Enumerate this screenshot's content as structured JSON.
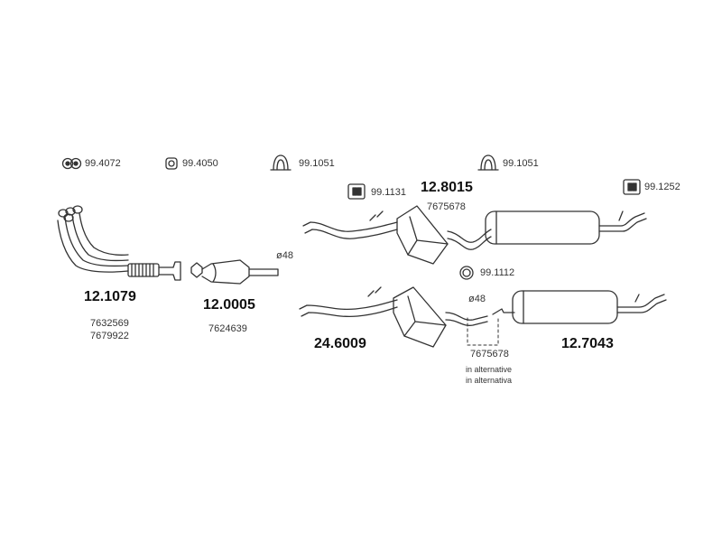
{
  "accessories": [
    {
      "code": "99.4072",
      "icon": "double-ring-gasket-icon"
    },
    {
      "code": "99.4050",
      "icon": "square-gasket-icon"
    },
    {
      "code": "99.1051",
      "icon": "u-clamp-icon"
    },
    {
      "code": "99.1051",
      "icon": "u-clamp-icon"
    },
    {
      "code": "99.1131",
      "icon": "rubber-mount-icon"
    },
    {
      "code": "99.1252",
      "icon": "rubber-mount-icon"
    },
    {
      "code": "99.1112",
      "icon": "ring-gasket-icon"
    }
  ],
  "parts": [
    {
      "number": "12.1079",
      "oem": [
        "7632569",
        "7679922"
      ],
      "component": "front-pipe"
    },
    {
      "number": "12.0005",
      "oem": [
        "7624639"
      ],
      "component": "catalytic-converter",
      "diameter": "ø48"
    },
    {
      "number": "12.8015",
      "oem": [
        "7675678"
      ],
      "component": "center-pipe-silencer"
    },
    {
      "number": "24.6009",
      "oem": [],
      "component": "center-pipe-silencer-alt",
      "diameter": "ø48"
    },
    {
      "number": "12.7043",
      "oem": [],
      "component": "rear-silencer"
    }
  ],
  "alternative": {
    "oem": "7675678",
    "note_en": "in alternative",
    "note_it": "in alternativa"
  }
}
